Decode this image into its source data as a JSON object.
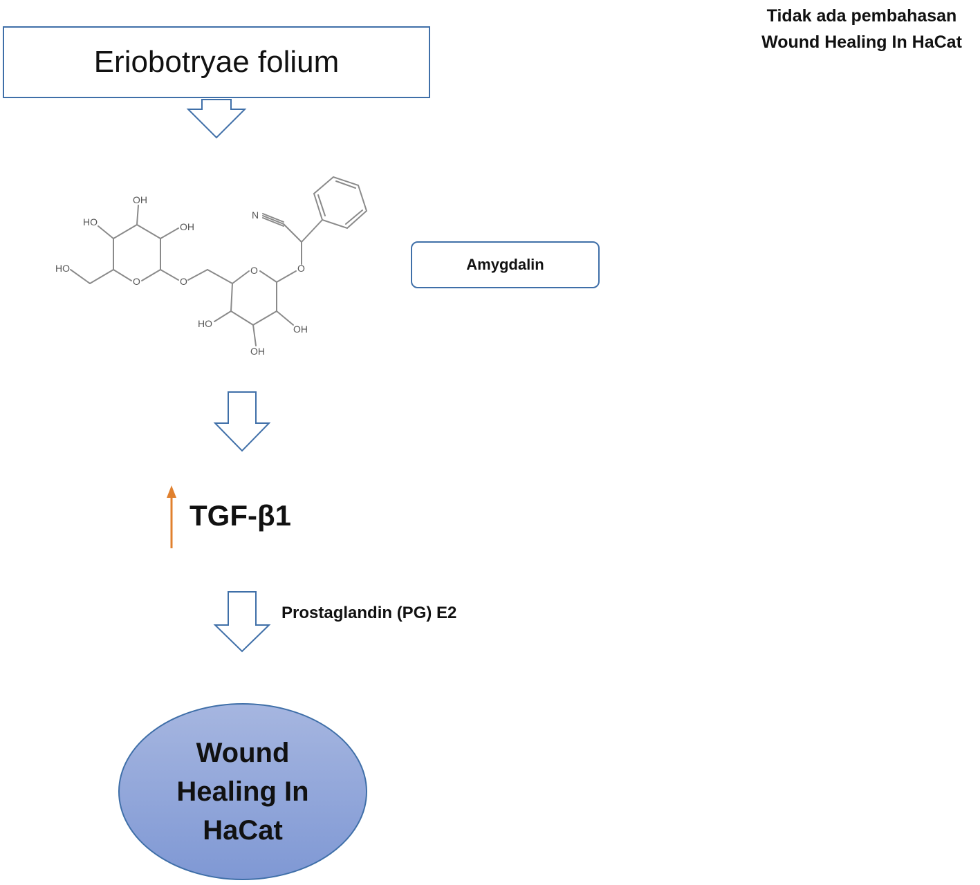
{
  "note": {
    "line1": "Tidak ada pembahasan",
    "line2": "Wound Healing In HaCat"
  },
  "source": {
    "label": "Eriobotryae folium"
  },
  "compound": {
    "label": "Amygdalin",
    "atom_labels": {
      "oh_a": "OH",
      "oh_b": "OH",
      "oh_c": "HO",
      "oh_d": "HO",
      "oh_e": "HO",
      "oh_f": "OH",
      "oh_g": "OH",
      "ring_o1": "O",
      "ring_o2": "O",
      "link_o1": "O",
      "link_o2": "O",
      "nitrile_n": "N"
    }
  },
  "factor": {
    "label": "TGF-β1",
    "trend": "up"
  },
  "mediator": {
    "label": "Prostaglandin (PG) E2"
  },
  "outcome": {
    "line1": "Wound",
    "line2": "Healing In",
    "line3": "HaCat"
  },
  "colors": {
    "outline_blue": "#3f6fa8",
    "up_arrow_orange": "#e0802e",
    "ellipse_top": "#a6b6e0",
    "ellipse_bottom": "#7f98d4",
    "structure_gray": "#8a8a8a"
  }
}
